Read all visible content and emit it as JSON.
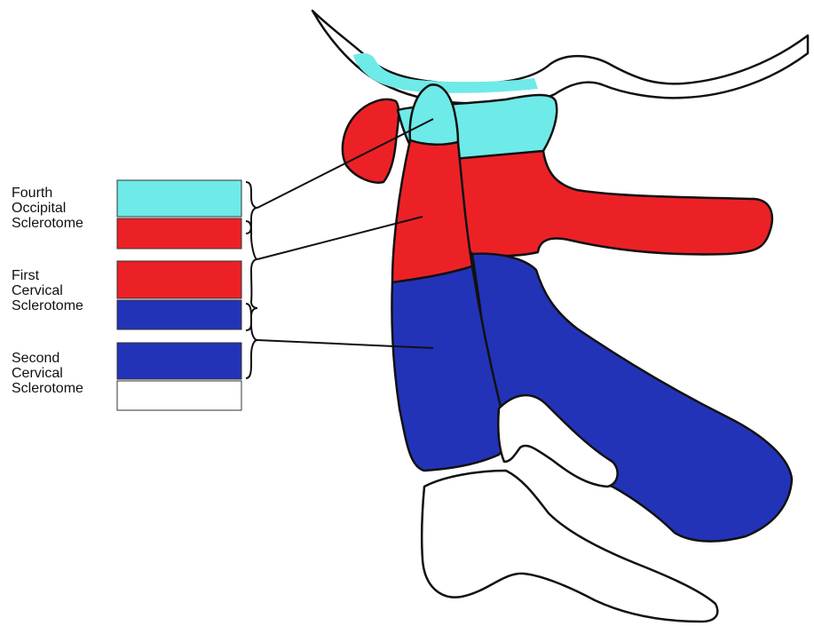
{
  "colors": {
    "fourth_occipital": "#6EEAE8",
    "first_cervical": "#EC2126",
    "second_cervical": "#2233B8",
    "outline": "#111111",
    "background": "#FFFFFF"
  },
  "legend": [
    {
      "label": "Fourth\nOccipital\nSclerotome",
      "swatches": [
        "cyan",
        "red"
      ]
    },
    {
      "label": "First\nCervical\nSclerotome",
      "swatches": [
        "red",
        "blue"
      ]
    },
    {
      "label": "Second\nCervical\nSclerotome",
      "swatches": [
        "blue",
        "white"
      ]
    }
  ]
}
